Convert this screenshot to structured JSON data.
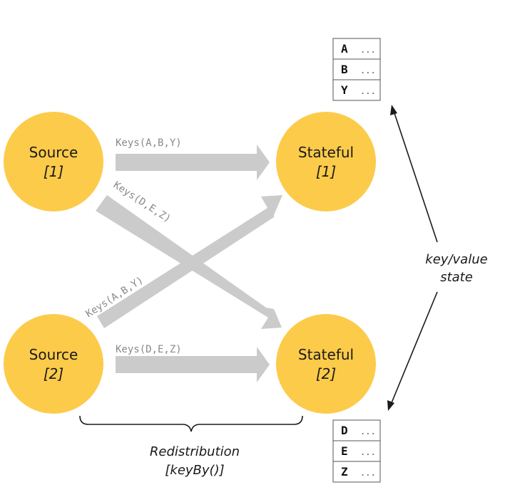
{
  "colors": {
    "node_fill": "#FCCB4A",
    "arrow_fill": "#CBCBCB",
    "line": "#1a1a1a"
  },
  "nodes": {
    "source1": {
      "label": "Source",
      "index": "[1]"
    },
    "source2": {
      "label": "Source",
      "index": "[2]"
    },
    "stateful1": {
      "label": "Stateful",
      "index": "[1]"
    },
    "stateful2": {
      "label": "Stateful",
      "index": "[2]"
    }
  },
  "edges": {
    "s1_to_st1": "Keys(A,B,Y)",
    "s1_to_st2": "Keys(D,E,Z)",
    "s2_to_st1": "Keys(A,B,Y)",
    "s2_to_st2": "Keys(D,E,Z)"
  },
  "state": {
    "label_line1": "key/value",
    "label_line2": "state",
    "table_top": [
      {
        "key": "A",
        "value": "..."
      },
      {
        "key": "B",
        "value": "..."
      },
      {
        "key": "Y",
        "value": "..."
      }
    ],
    "table_bottom": [
      {
        "key": "D",
        "value": "..."
      },
      {
        "key": "E",
        "value": "..."
      },
      {
        "key": "Z",
        "value": "..."
      }
    ]
  },
  "redistribution": {
    "line1": "Redistribution",
    "line2": "[keyBy()]"
  }
}
